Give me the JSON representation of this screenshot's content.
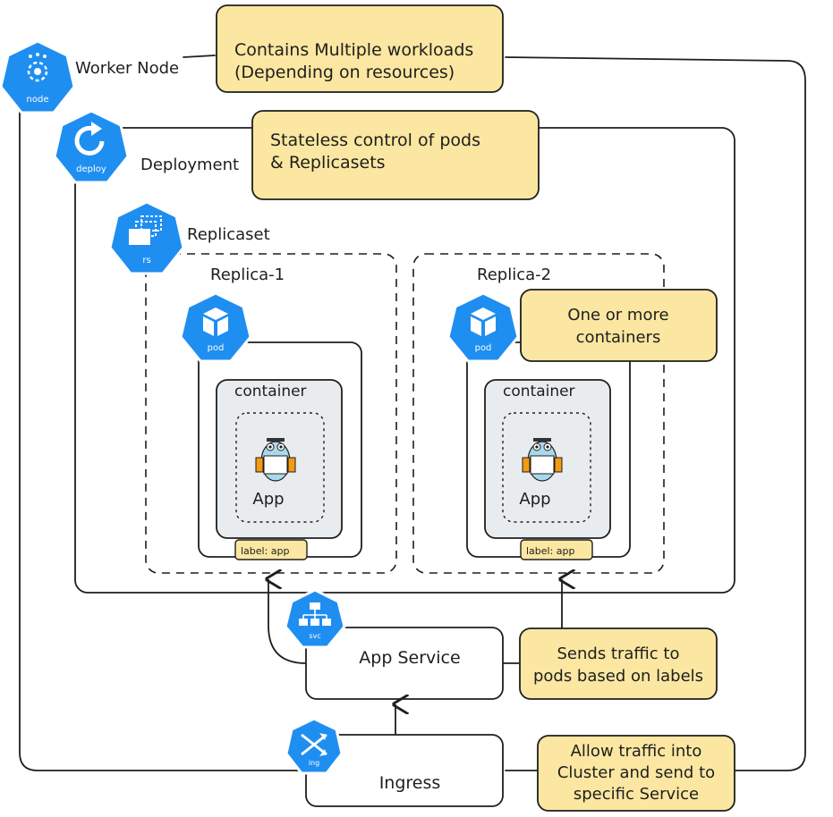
{
  "icons": {
    "node": "node",
    "deploy": "deploy",
    "rs": "rs",
    "pod": "pod",
    "svc": "svc",
    "ing": "ing"
  },
  "labels": {
    "worker_node": "Worker Node",
    "deployment": "Deployment",
    "replicaset": "Replicaset",
    "replica_1": "Replica-1",
    "replica_2": "Replica-2",
    "container": "container",
    "app": "App",
    "pod_label": "label: app",
    "app_service": "App Service",
    "ingress": "Ingress"
  },
  "notes": {
    "workloads": [
      "Contains Multiple workloads",
      "(Depending on resources)"
    ],
    "deployment": [
      "Stateless control of pods",
      "& Replicasets"
    ],
    "containers": [
      "One or more",
      "containers"
    ],
    "service": [
      "Sends traffic to",
      "pods based on labels"
    ],
    "ingress": [
      "Allow traffic into",
      "Cluster and send to",
      "specific Service"
    ]
  },
  "colors": {
    "k8s_blue": "#326ce5",
    "icon_blue": "#1f8ef1",
    "note_fill": "#fbe7a1",
    "container_fill": "#e9ecef",
    "stroke": "#1e1e1e"
  }
}
